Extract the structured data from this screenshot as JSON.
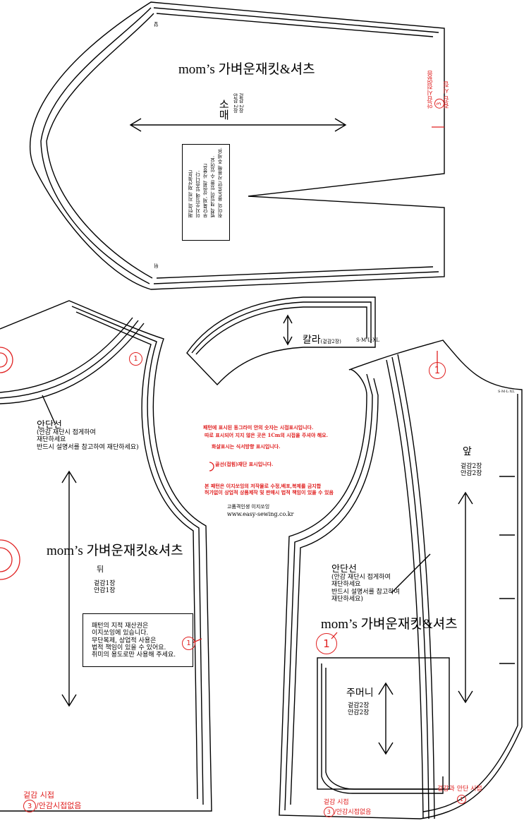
{
  "colors": {
    "line": "#000000",
    "mark": "#e02020"
  },
  "sleeve": {
    "title": "mom’s 가벼운재킷&셔츠",
    "front_mark": "앞",
    "back_mark": "뒤",
    "part_name": "소매",
    "count": "겉감 2장\n안감 2장",
    "copyright": "패턴의 지적 재산권은\n이지쏘잉에 있습니다.\n무단복제, 상업적 사용은\n법적 책임이 있을 수 있어요.\n취미의 용도로만 사용해 주세요.",
    "seam_note_a": "겉감 시접",
    "seam_num": "3",
    "seam_note_b": "안감시접없음"
  },
  "collar": {
    "label": "칼라",
    "count": "(겉감2장)",
    "sizes": "S·M·L·XL"
  },
  "back": {
    "title": "mom’s 가벼운재킷&셔츠",
    "facing": "안단선",
    "facing_note": "(안감 재단시 접게하여\n재단하세요\n반드시 설명서를 참고하여 재단하세요)",
    "part_name": "뒤",
    "count": "겉감1장\n안감1장",
    "copyright": "패턴의 지적 재산권은\n이지쏘잉에 있습니다.\n무단복제, 상업적 사용은\n법적 책임이 있을 수 있어요.\n취미의 용도로만 사용해 주세요.",
    "seam_num_1": "1",
    "hem_a": "겉감 시접",
    "hem_num": "3",
    "hem_b": "/안감시접없음"
  },
  "notes": {
    "line1": "패턴에 표시된 동그라미 안의 숫자는 시접표시입니다.",
    "line2": "따로 표시되어 지지 않은 곳은 1Cm의 시접을 주셔야 해요.",
    "line3": "화살표시는 식서방향 표시입니다.",
    "line4": "골선(접힘)재단 표시입니다.",
    "line5": "본 패턴은 이지쏘잉의 저작물로 수정,배포,복제를 금지합",
    "line6": "허가없이 상업적 상품제작 및 판매시 법적 책임이 있을 수 있음",
    "brand": "고품격인생 이지쏘잉",
    "url": "www.easy-sewing.co.kr"
  },
  "front": {
    "title": "mom’s 가벼운재킷&셔츠",
    "part_name": "앞",
    "count": "겉감2장\n안감2장",
    "facing": "안단선",
    "facing_note": "(안감 재단시 접게하여\n재단하세요\n반드시 설명서를 참고하여\n재단하세요)",
    "num_1": "1",
    "hem_a": "겉감 시접",
    "hem_num": "3",
    "hem_b": "/안감시접없음",
    "edge_note": "겉감과 안단 시접",
    "sizes": "S·M·L·XL"
  },
  "pocket": {
    "label": "주머니",
    "count": "겉감2장\n안감2장"
  }
}
